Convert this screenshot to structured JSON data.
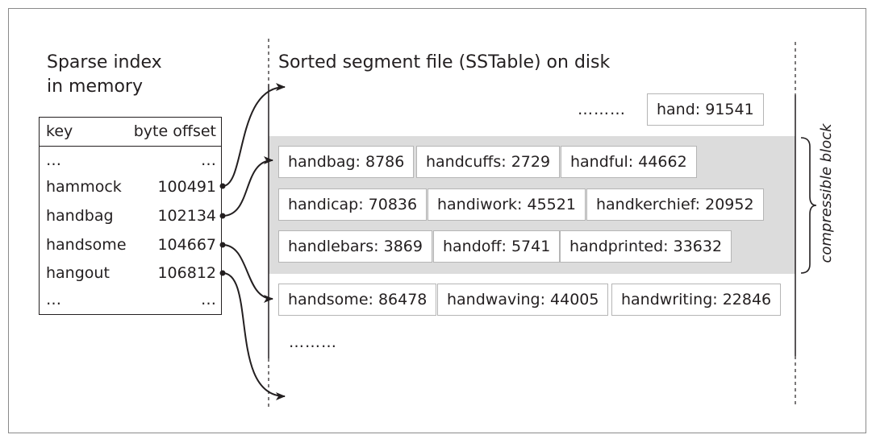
{
  "index": {
    "title_line1": "Sparse index",
    "title_line2": "in memory",
    "col_key": "key",
    "col_offset": "byte offset",
    "rows": [
      {
        "key": "…",
        "offset": "…"
      },
      {
        "key": "hammock",
        "offset": "100491"
      },
      {
        "key": "handbag",
        "offset": "102134"
      },
      {
        "key": "handsome",
        "offset": "104667"
      },
      {
        "key": "hangout",
        "offset": "106812"
      },
      {
        "key": "…",
        "offset": "…"
      }
    ]
  },
  "segment": {
    "title": "Sorted segment file (SSTable) on disk",
    "top_dots": "………",
    "top_entry": "hand: 91541",
    "block_rows": [
      [
        "handbag: 8786",
        "handcuffs: 2729",
        "handful: 44662"
      ],
      [
        "handicap: 70836",
        "handiwork: 45521",
        "handkerchief: 20952"
      ],
      [
        "handlebars: 3869",
        "handoff: 5741",
        "handprinted: 33632"
      ]
    ],
    "after_row": [
      "handsome: 86478",
      "handwaving: 44005",
      "handwriting: 22846"
    ],
    "bottom_dots": "………"
  },
  "block_label": "compressible block",
  "colors": {
    "ink": "#231f20",
    "block_shade": "#dcdcdc",
    "cell_border": "#b5b5b5",
    "frame": "#8a8a8a"
  }
}
